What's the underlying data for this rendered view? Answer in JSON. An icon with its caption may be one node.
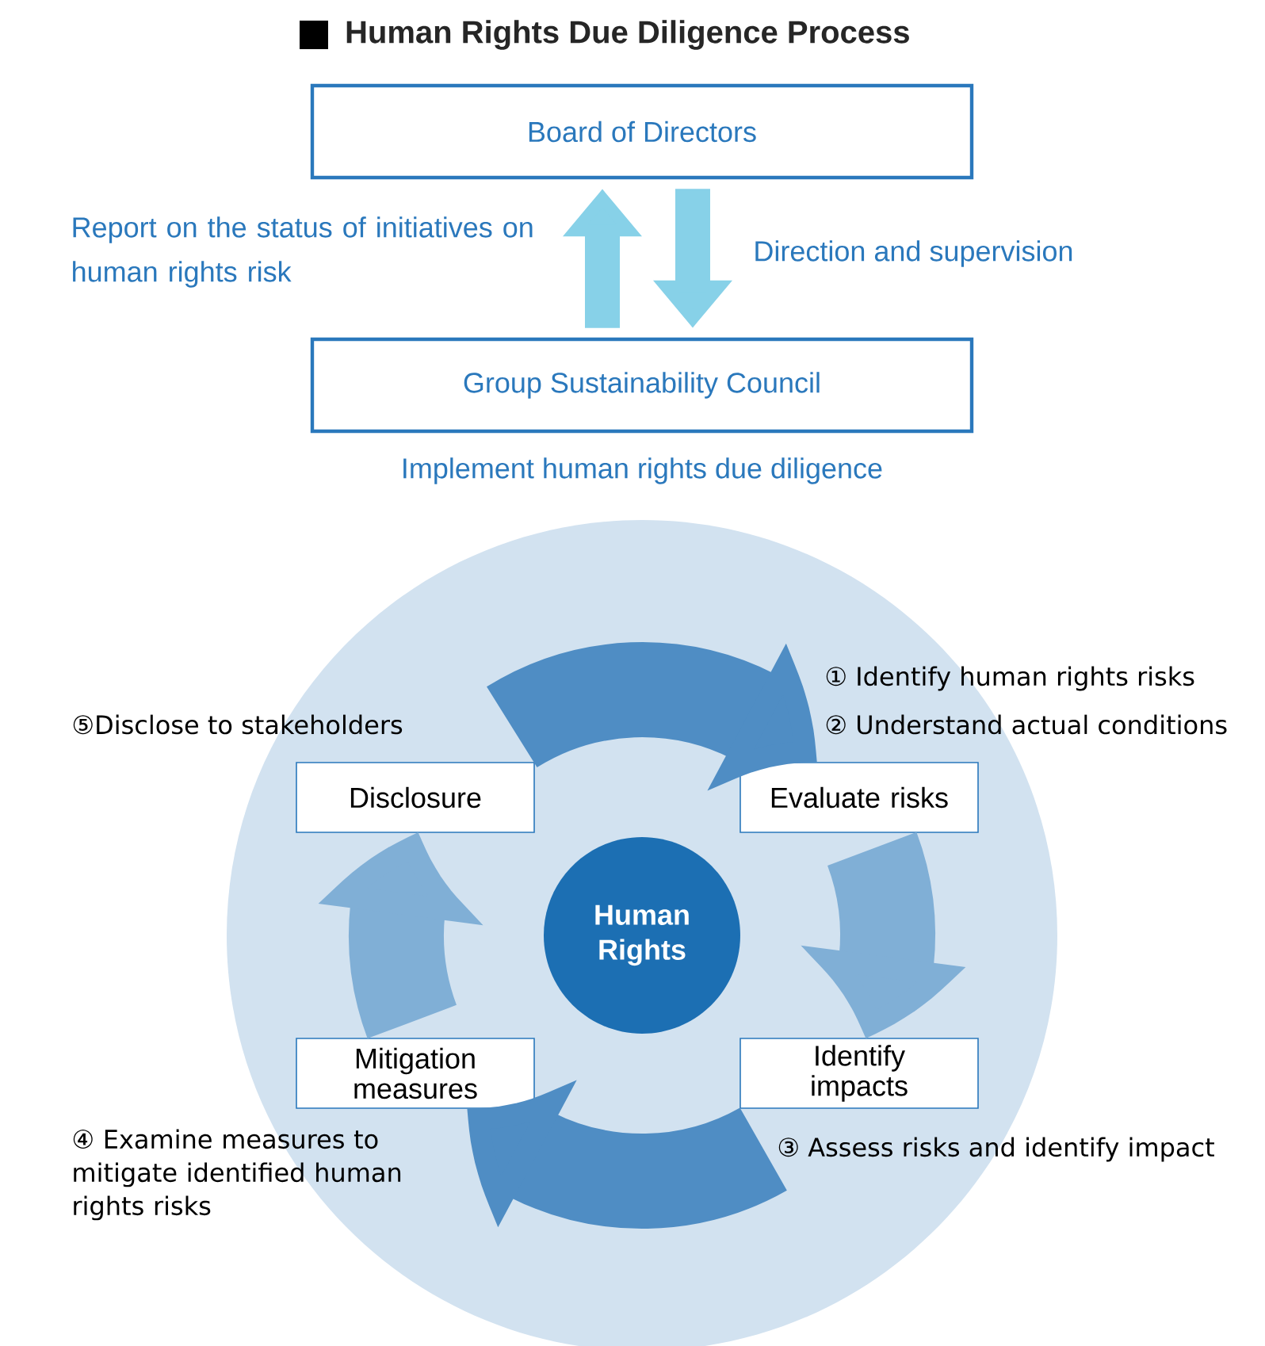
{
  "diagram": {
    "title": "Human Rights Due Diligence Process",
    "nodes": [
      {
        "text": [
          "Board of Directors"
        ]
      },
      {
        "text": [
          "Group Sustainability Council"
        ],
        "beside": [
          "Implement human rights due diligence"
        ]
      },
      {
        "text": [
          "Human Rights"
        ]
      },
      {
        "text": [
          "Evaluate risks"
        ],
        "beside": [
          "① Identify human rights risks",
          "② Understand actual conditions"
        ]
      },
      {
        "text": [
          "Identify impacts"
        ],
        "beside": [
          "③ Assess risks and identify impact"
        ]
      },
      {
        "text": [
          "Mitigation measures"
        ],
        "beside": [
          "④ Examine measures to mitigate identified human rights risks"
        ]
      },
      {
        "text": [
          "Disclosure"
        ],
        "beside": [
          "⑤Disclose to stakeholders"
        ]
      }
    ],
    "edges": [
      {
        "from": 1,
        "to": 0,
        "arrow": "to",
        "label": "Report on the status of initiatives on human rights risk",
        "color": "#87d1e8"
      },
      {
        "from": 0,
        "to": 1,
        "arrow": "to",
        "label": "Direction and supervision",
        "color": "#87d1e8"
      },
      {
        "from": 6,
        "to": 3,
        "arrow": "to",
        "color": "#4f8dc4"
      },
      {
        "from": 3,
        "to": 4,
        "arrow": "to",
        "color": "#80afd6"
      },
      {
        "from": 4,
        "to": 5,
        "arrow": "to",
        "color": "#4f8dc4"
      },
      {
        "from": 5,
        "to": 6,
        "arrow": "to",
        "color": "#80afd6"
      }
    ]
  }
}
